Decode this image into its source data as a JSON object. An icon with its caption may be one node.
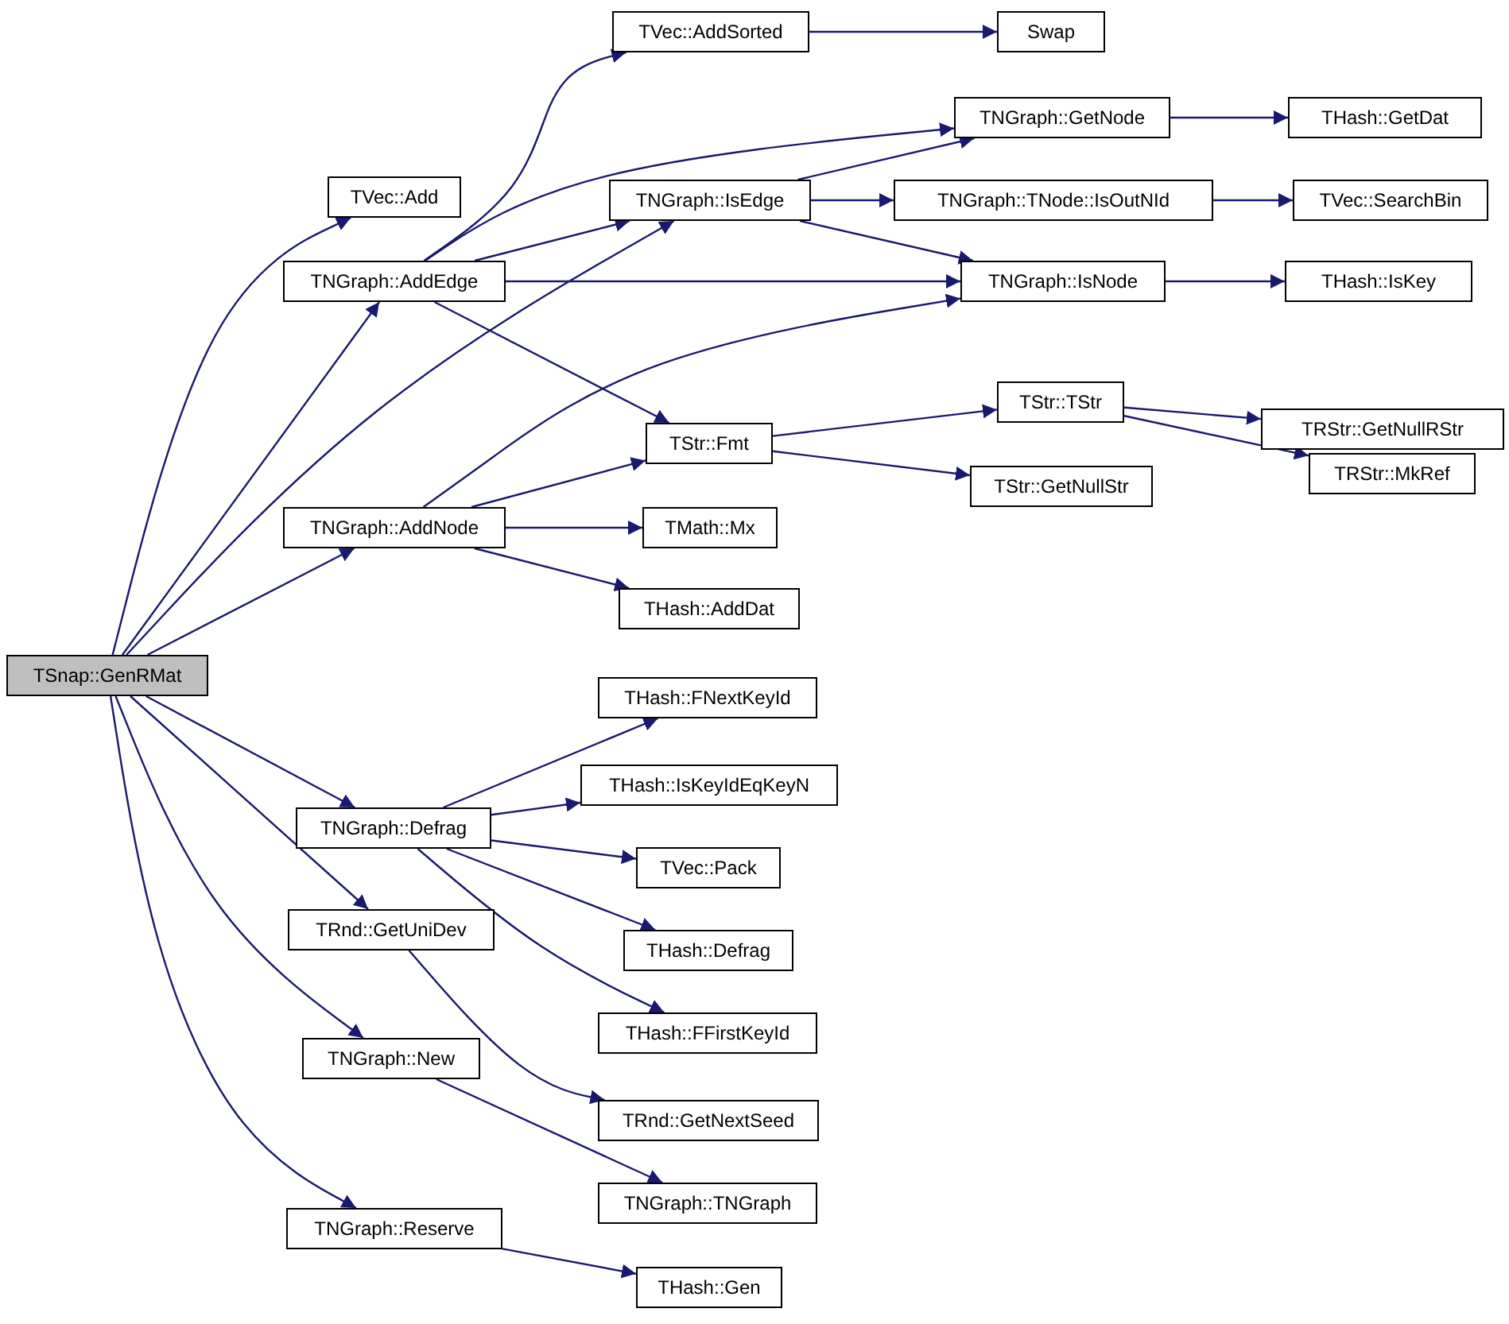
{
  "diagram": {
    "nodes": [
      {
        "text": [
          "TSnap::GenRMat"
        ]
      },
      {
        "text": [
          "TVec::Add"
        ]
      },
      {
        "text": [
          "TNGraph::AddEdge"
        ]
      },
      {
        "text": [
          "TVec::AddSorted"
        ]
      },
      {
        "text": [
          "Swap"
        ]
      },
      {
        "text": [
          "TNGraph::GetNode"
        ]
      },
      {
        "text": [
          "THash::GetDat"
        ]
      },
      {
        "text": [
          "TNGraph::IsEdge"
        ]
      },
      {
        "text": [
          "TNGraph::TNode::IsOutNId"
        ]
      },
      {
        "text": [
          "TVec::SearchBin"
        ]
      },
      {
        "text": [
          "TNGraph::IsNode"
        ]
      },
      {
        "text": [
          "THash::IsKey"
        ]
      },
      {
        "text": [
          "TStr::Fmt"
        ]
      },
      {
        "text": [
          "TStr::TStr"
        ]
      },
      {
        "text": [
          "TRStr::GetNullRStr"
        ]
      },
      {
        "text": [
          "TRStr::MkRef"
        ]
      },
      {
        "text": [
          "TStr::GetNullStr"
        ]
      },
      {
        "text": [
          "TNGraph::AddNode"
        ]
      },
      {
        "text": [
          "TMath::Mx"
        ]
      },
      {
        "text": [
          "THash::AddDat"
        ]
      },
      {
        "text": [
          "THash::FNextKeyId"
        ]
      },
      {
        "text": [
          "TNGraph::Defrag"
        ]
      },
      {
        "text": [
          "THash::IsKeyIdEqKeyN"
        ]
      },
      {
        "text": [
          "TVec::Pack"
        ]
      },
      {
        "text": [
          "THash::Defrag"
        ]
      },
      {
        "text": [
          "THash::FFirstKeyId"
        ]
      },
      {
        "text": [
          "TRnd::GetUniDev"
        ]
      },
      {
        "text": [
          "TRnd::GetNextSeed"
        ]
      },
      {
        "text": [
          "TNGraph::New"
        ]
      },
      {
        "text": [
          "TNGraph::TNGraph"
        ]
      },
      {
        "text": [
          "TNGraph::Reserve"
        ]
      },
      {
        "text": [
          "THash::Gen"
        ]
      }
    ],
    "edges": [
      {
        "from": 0,
        "to": 1,
        "arrow": "to"
      },
      {
        "from": 0,
        "to": 2,
        "arrow": "to"
      },
      {
        "from": 0,
        "to": 7,
        "arrow": "to"
      },
      {
        "from": 0,
        "to": 17,
        "arrow": "to"
      },
      {
        "from": 0,
        "to": 21,
        "arrow": "to"
      },
      {
        "from": 0,
        "to": 26,
        "arrow": "to"
      },
      {
        "from": 0,
        "to": 28,
        "arrow": "to"
      },
      {
        "from": 0,
        "to": 30,
        "arrow": "to"
      },
      {
        "from": 2,
        "to": 3,
        "arrow": "to"
      },
      {
        "from": 2,
        "to": 5,
        "arrow": "to"
      },
      {
        "from": 2,
        "to": 7,
        "arrow": "to"
      },
      {
        "from": 2,
        "to": 10,
        "arrow": "to"
      },
      {
        "from": 2,
        "to": 12,
        "arrow": "to"
      },
      {
        "from": 3,
        "to": 4,
        "arrow": "to"
      },
      {
        "from": 5,
        "to": 6,
        "arrow": "to"
      },
      {
        "from": 7,
        "to": 5,
        "arrow": "to"
      },
      {
        "from": 7,
        "to": 8,
        "arrow": "to"
      },
      {
        "from": 7,
        "to": 10,
        "arrow": "to"
      },
      {
        "from": 8,
        "to": 9,
        "arrow": "to"
      },
      {
        "from": 10,
        "to": 11,
        "arrow": "to"
      },
      {
        "from": 12,
        "to": 13,
        "arrow": "to"
      },
      {
        "from": 12,
        "to": 16,
        "arrow": "to"
      },
      {
        "from": 13,
        "to": 14,
        "arrow": "to"
      },
      {
        "from": 13,
        "to": 15,
        "arrow": "to"
      },
      {
        "from": 17,
        "to": 10,
        "arrow": "to"
      },
      {
        "from": 17,
        "to": 12,
        "arrow": "to"
      },
      {
        "from": 17,
        "to": 18,
        "arrow": "to"
      },
      {
        "from": 17,
        "to": 19,
        "arrow": "to"
      },
      {
        "from": 21,
        "to": 20,
        "arrow": "to"
      },
      {
        "from": 21,
        "to": 22,
        "arrow": "to"
      },
      {
        "from": 21,
        "to": 23,
        "arrow": "to"
      },
      {
        "from": 21,
        "to": 24,
        "arrow": "to"
      },
      {
        "from": 21,
        "to": 25,
        "arrow": "to"
      },
      {
        "from": 26,
        "to": 27,
        "arrow": "to"
      },
      {
        "from": 28,
        "to": 29,
        "arrow": "to"
      },
      {
        "from": 30,
        "to": 31,
        "arrow": "to"
      }
    ]
  }
}
